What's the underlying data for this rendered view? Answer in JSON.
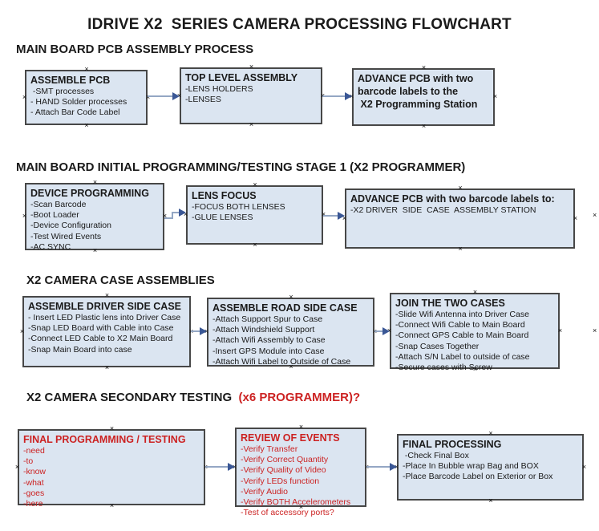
{
  "page": {
    "title": "IDRIVE X2  SERIES CAMERA PROCESSING FLOWCHART"
  },
  "icons": {
    "anchor": "×",
    "arrow_head": "right-arrowhead"
  },
  "colors": {
    "box_fill": "#dbe5f1",
    "box_border": "#474747",
    "red_text": "#cc2222",
    "arrow_line": "#94a7c4",
    "arrow_head": "#3a5795"
  },
  "sections": [
    {
      "heading": "MAIN BOARD PCB ASSEMBLY PROCESS",
      "heading_red": "",
      "boxes": [
        {
          "title": "ASSEMBLE PCB",
          "items": [
            " -SMT processes",
            "- HAND Solder processes",
            "- Attach Bar Code Label"
          ]
        },
        {
          "title": "TOP LEVEL ASSEMBLY",
          "items": [
            "-LENS HOLDERS",
            "-LENSES"
          ]
        },
        {
          "title": "ADVANCE PCB with two\nbarcode labels to the\n X2 Programming Station",
          "items": []
        }
      ]
    },
    {
      "heading": "MAIN BOARD INITIAL PROGRAMMING/TESTING STAGE 1 (X2 PROGRAMMER)",
      "heading_red": "",
      "boxes": [
        {
          "title": "DEVICE PROGRAMMING",
          "items": [
            "-Scan Barcode",
            "-Boot Loader",
            "-Device Configuration",
            "-Test Wired Events",
            "-AC SYNC"
          ]
        },
        {
          "title": "LENS FOCUS",
          "items": [
            "-FOCUS BOTH LENSES",
            "-GLUE LENSES"
          ]
        },
        {
          "title": "ADVANCE PCB with two barcode labels to:",
          "items": [
            "-X2 DRIVER  SIDE  CASE  ASSEMBLY STATION"
          ]
        }
      ]
    },
    {
      "heading": "X2 CAMERA CASE ASSEMBLIES",
      "heading_red": "",
      "boxes": [
        {
          "title": "ASSEMBLE DRIVER SIDE CASE",
          "items": [
            "- Insert LED Plastic lens into Driver Case",
            "-Snap LED Board with Cable into Case",
            "-Connect LED Cable to X2 Main Board",
            "-Snap Main Board into case"
          ]
        },
        {
          "title": "ASSEMBLE ROAD SIDE CASE",
          "items": [
            "-Attach Support Spur to Case",
            "-Attach Windshield Support",
            "-Attach Wifi Assembly to Case",
            "-Insert GPS Module into Case",
            "-Attach Wifi Label to Outside of Case"
          ]
        },
        {
          "title": "JOIN THE TWO CASES",
          "items": [
            "-Slide Wifi Antenna into Driver Case",
            "-Connect Wifi Cable to Main Board",
            "-Connect GPS Cable to Main Board",
            "-Snap Cases Together",
            "-Attach S/N Label to outside of case",
            "-Secure cases with Screw"
          ]
        }
      ]
    },
    {
      "heading": "X2 CAMERA SECONDARY TESTING ",
      "heading_red": " (x6 PROGRAMMER)?",
      "boxes": [
        {
          "title": "FINAL PROGRAMMING / TESTING",
          "items": [
            "-need",
            "-to",
            "-know",
            "-what",
            "-goes",
            "-here"
          ]
        },
        {
          "title": "REVIEW OF EVENTS",
          "items": [
            "-Verify Transfer",
            "-Verify Correct Quantity",
            "-Verify Quality of Video",
            "-Verify LEDs function",
            "-Verify Audio",
            "-Verify BOTH Accelerometers",
            "-Test of accessory ports?"
          ]
        },
        {
          "title": "FINAL PROCESSING",
          "items": [
            " -Check Final Box",
            "-Place In Bubble wrap Bag and BOX",
            "-Place Barcode Label on Exterior or Box"
          ]
        }
      ]
    }
  ]
}
